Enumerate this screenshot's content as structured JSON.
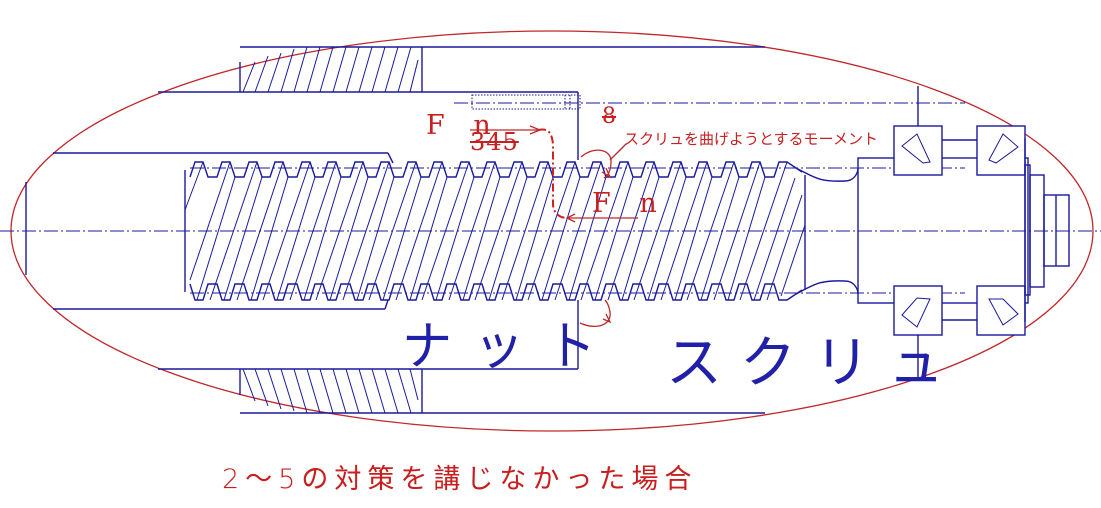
{
  "drawing": {
    "caption": "2～5の対策を講じなかった場合",
    "labels": {
      "force_top": "F n",
      "force_bottom": "F n",
      "ref_numbers_struck": "345",
      "ref_number_8": "8",
      "moment_annotation": "スクリュを曲げようとするモーメント",
      "nut": "ナット",
      "screw": "スクリュ"
    },
    "colors": {
      "line_blue": "#1a1a9c",
      "annotation_red": "#c0282a",
      "background": "#ffffff"
    }
  }
}
